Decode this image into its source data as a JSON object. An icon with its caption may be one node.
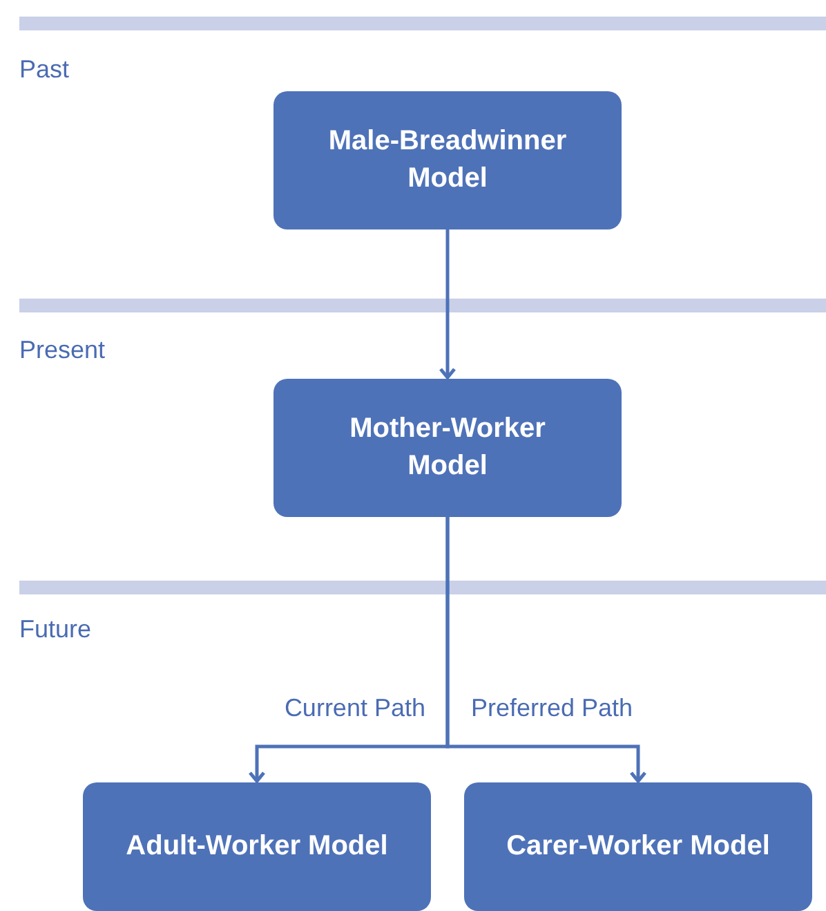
{
  "diagram": {
    "nodes": [
      {
        "text": [
          "Male-Breadwinner Model"
        ]
      },
      {
        "text": [
          "Mother-Worker Model"
        ]
      },
      {
        "text": [
          "Adult-Worker Model"
        ]
      },
      {
        "text": [
          "Carer-Worker Model"
        ]
      }
    ],
    "edges": [
      {
        "from": 0,
        "to": 1,
        "arrow": "to"
      },
      {
        "from": 1,
        "to": 2,
        "arrow": "to",
        "label": "Current Path"
      },
      {
        "from": 1,
        "to": 3,
        "arrow": "to",
        "label": "Preferred Path"
      }
    ],
    "labels": [
      "Past",
      "Present",
      "Future"
    ]
  }
}
